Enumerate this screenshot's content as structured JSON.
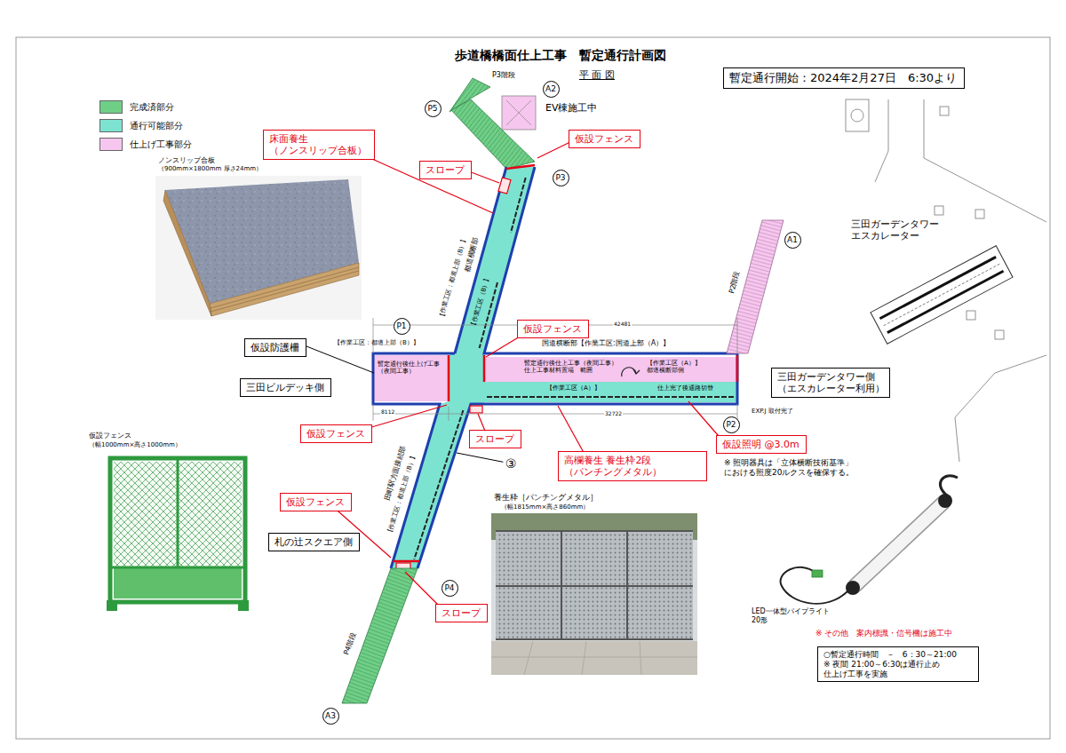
{
  "diagram": {
    "title": "歩道橋橋面仕上工事　暫定通行計画図",
    "nodes": [
      {
        "text": [
          "暫定通行開始：2024年2月27日　6:30より"
        ]
      },
      {
        "text": [
          "A2"
        ]
      },
      {
        "text": [
          "P5"
        ]
      },
      {
        "text": [
          "仮設フェンス"
        ]
      },
      {
        "text": [
          "床面養生 （ノンスリップ合板）"
        ]
      },
      {
        "text": [
          "スロープ"
        ]
      },
      {
        "text": [
          "P3"
        ]
      },
      {
        "text": [
          "A1"
        ]
      },
      {
        "text": [
          "P1"
        ]
      },
      {
        "text": [
          "仮設フェンス"
        ]
      },
      {
        "text": [
          "仮設防護柵"
        ]
      },
      {
        "text": [
          "三田ビルデッキ側"
        ]
      },
      {
        "text": [
          "三田ガーデンタワー側 （エスカレーター利用）"
        ]
      },
      {
        "text": [
          "仮設フェンス"
        ]
      },
      {
        "text": [
          "スロープ"
        ]
      },
      {
        "text": [
          "P2"
        ]
      },
      {
        "text": [
          "仮設照明 @3.0m"
        ]
      },
      {
        "text": [
          "③"
        ]
      },
      {
        "text": [
          "高欄養生 養生枠2段（パンチングメタル）"
        ]
      },
      {
        "text": [
          "仮設フェンス"
        ]
      },
      {
        "text": [
          "札の辻スクエア側"
        ]
      },
      {
        "text": [
          "P4"
        ]
      },
      {
        "text": [
          "スロープ"
        ]
      },
      {
        "text": [
          "A3"
        ]
      },
      {
        "text": [
          "○暫定通行時間　－　6：30～21:00",
          "※ 夜間 21:00～6:30は通行止め 仕上げ工事を実施"
        ]
      }
    ],
    "labels": [
      "平 面 図",
      "ノンスリップ合板",
      "（900mm×1800mm 厚さ24mm）",
      "P3階段",
      "EV棟施工中",
      "三田ガーデンタワー エスカレーター",
      "P2階段",
      "【作業工区：都道上部（B）】",
      "都道横断部",
      "【作業工区（B）】",
      "国道横断部【作業工区:国道上部（A）】",
      "【作業工区：都道上部（B）】",
      "42481",
      "暫定通行後仕上げ工事 （夜間工事）",
      "暫定通行後仕上工事（夜間工事） 仕上工事材料置場　範囲",
      "【作業工区（A）】 都道横断部側",
      "【作業工区（A）】",
      "仕上完了後通路切替",
      "8112",
      "32722",
      "EXP.J 取付完了",
      "田町駅方面接続部",
      "【作業工区：都道上部（B）】",
      "仮設フェンス",
      "（幅1000mm×高さ1000mm）",
      "養生枠［パンチングメタル］",
      "（幅1815mm×高さ860mm）",
      "※ 照明器具は「立体横断技術基準」 における照度20ルクスを確保する。",
      "LED一体型パイプライト 20形",
      "※ その他　案内標識・信号機は施工中",
      "P4階段"
    ],
    "legend": [
      {
        "text": "完成済部分",
        "color": "#6fcf87"
      },
      {
        "text": "通行可能部分",
        "color": "#7de3d1"
      },
      {
        "text": "仕上げ工事部分",
        "color": "#f6c6ee"
      }
    ]
  }
}
